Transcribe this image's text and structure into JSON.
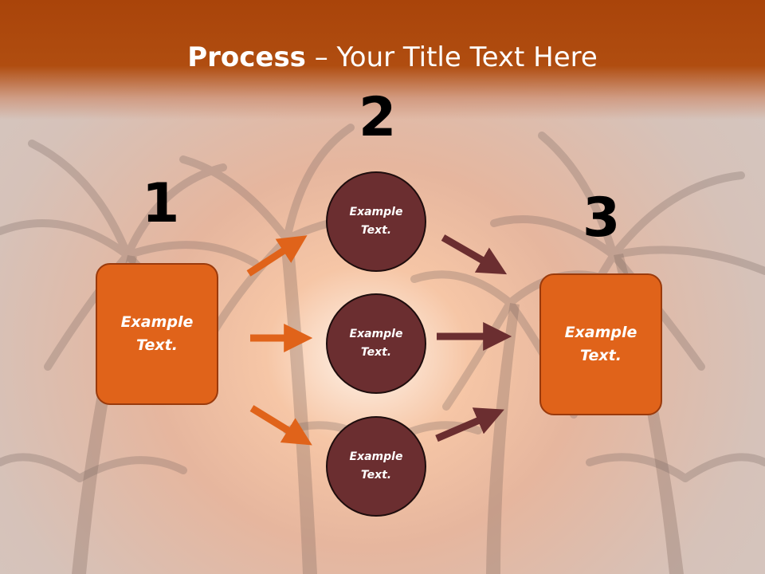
{
  "title": {
    "bold": "Process",
    "rest": " – Your Title Text Here"
  },
  "steps": {
    "one": "1",
    "two": "2",
    "three": "3"
  },
  "left_box": {
    "text": "Example\nText."
  },
  "right_box": {
    "text": "Example\nText."
  },
  "circles": [
    {
      "text": "Example\nText."
    },
    {
      "text": "Example\nText."
    },
    {
      "text": "Example\nText."
    }
  ],
  "colors": {
    "title_bar": "#a9440a",
    "box": "#e0631a",
    "circle": "#6b2e30",
    "arrow_orange": "#e0631a",
    "arrow_brown": "#6b2e30"
  }
}
